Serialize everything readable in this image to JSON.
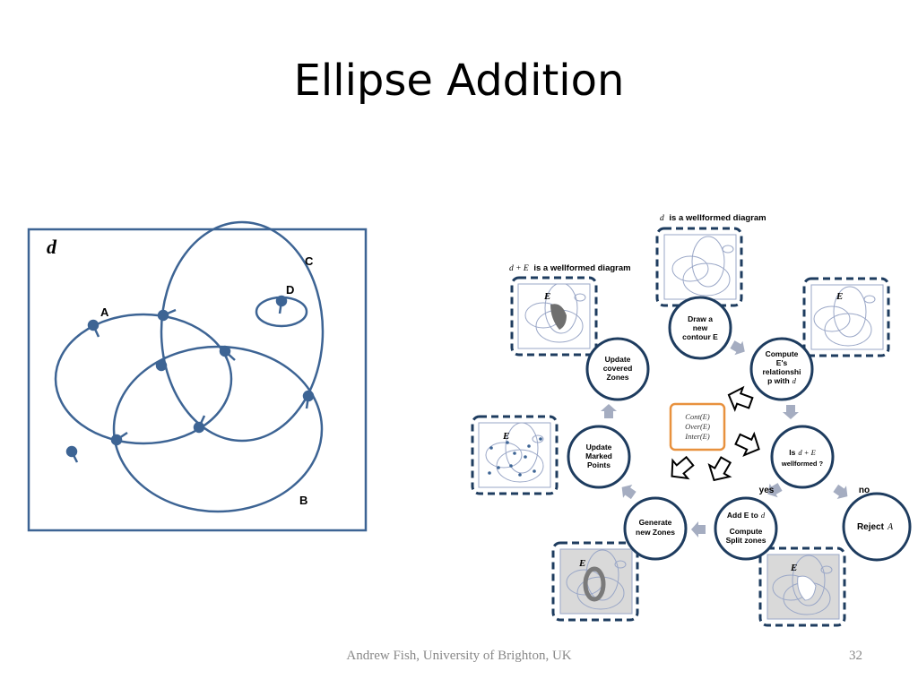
{
  "slide": {
    "title": "Ellipse Addition",
    "footer": "Andrew Fish, University of Brighton, UK",
    "page_number": "32"
  },
  "left_diagram": {
    "diagram_label": "d",
    "contour_labels": {
      "a": "A",
      "b": "B",
      "c": "C",
      "d": "D"
    }
  },
  "flowchart": {
    "caption_top": "d is a wellformed diagram",
    "caption_top_math": "d",
    "caption_top_text": "is a wellformed diagram",
    "caption_left_math": "d + E",
    "caption_left_text": "is a wellformed diagram",
    "thumb_label": "E",
    "nodes": {
      "draw": [
        "Draw a",
        "new",
        "contour E"
      ],
      "compute": [
        "Compute",
        "E's",
        "relationshi",
        "p with"
      ],
      "compute_math": "d",
      "update_covered": [
        "Update",
        "covered",
        "Zones"
      ],
      "update_marked": [
        "Update",
        "Marked",
        "Points"
      ],
      "wellformed_is": "Is",
      "wellformed_math": "d + E",
      "wellformed_q": "wellformed ?",
      "add": "Add E to",
      "add_math": "d",
      "split": [
        "Compute",
        "Split zones"
      ],
      "generate": [
        "Generate",
        "new Zones"
      ],
      "reject": "Reject",
      "reject_math": "A"
    },
    "relations": [
      "Cont(E)",
      "Over(E)",
      "Inter(E)"
    ],
    "edge_labels": {
      "yes": "yes",
      "no": "no"
    }
  },
  "colors": {
    "contour": "#3d6494",
    "node_border": "#1e3c5f",
    "arrow": "#a5adc1",
    "relation_box": "#e8913e"
  }
}
